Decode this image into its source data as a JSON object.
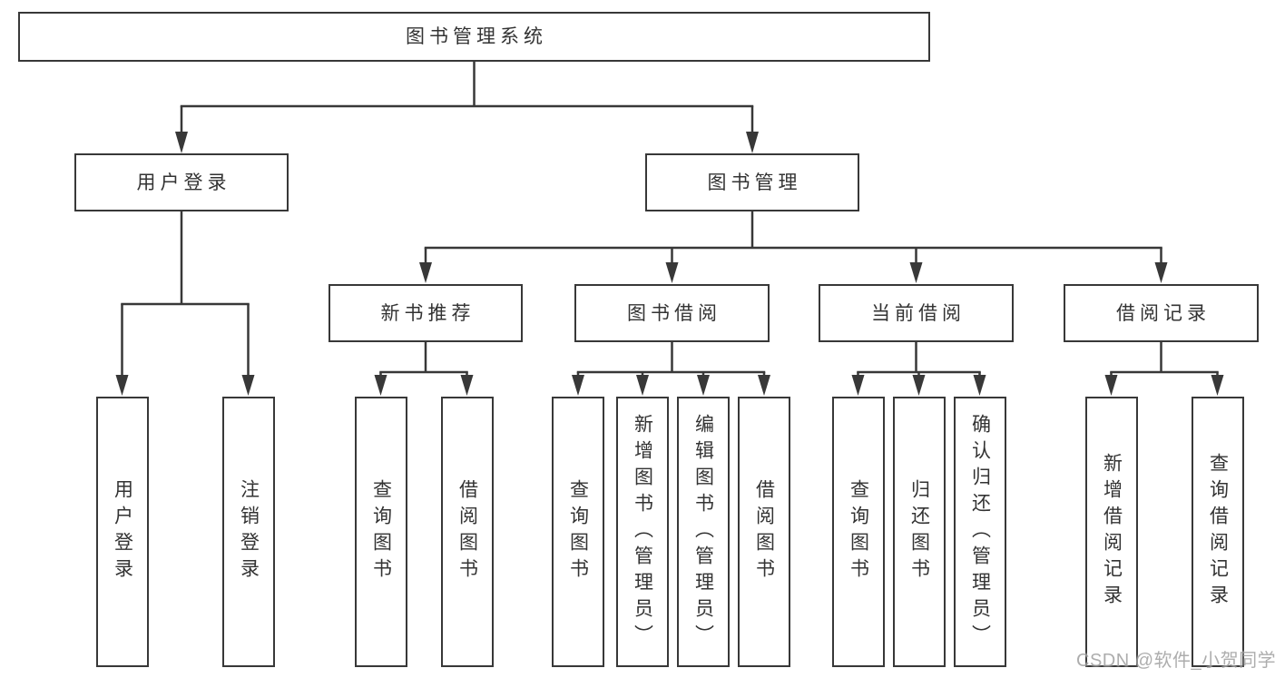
{
  "diagram_title": "图书管理系统",
  "colors": {
    "line": "#383838",
    "border": "#383838",
    "text": "#333333",
    "watermark": "#9f9f9f",
    "background": "#ffffff"
  },
  "nodes": {
    "root": "图书管理系统",
    "user_login": "用户登录",
    "book_management": "图书管理",
    "new_book_recommend": "新书推荐",
    "book_borrow": "图书借阅",
    "current_borrow": "当前借阅",
    "borrow_records": "借阅记录",
    "leaf_user_login": "用户登录",
    "leaf_logout": "注销登录",
    "leaf_nbr_query_books": "查询图书",
    "leaf_nbr_borrow_books": "借阅图书",
    "leaf_bb_query_books": "查询图书",
    "leaf_bb_add_books": "新增图书（管理员）",
    "leaf_bb_edit_books": "编辑图书（管理员）",
    "leaf_bb_borrow_books": "借阅图书",
    "leaf_cb_query_books": "查询图书",
    "leaf_cb_return_books": "归还图书",
    "leaf_cb_confirm_return": "确认归还（管理员）",
    "leaf_br_add_record": "新增借阅记录",
    "leaf_br_query_record": "查询借阅记录"
  },
  "watermark": {
    "text": "CSDN @软件_小贺同学"
  }
}
